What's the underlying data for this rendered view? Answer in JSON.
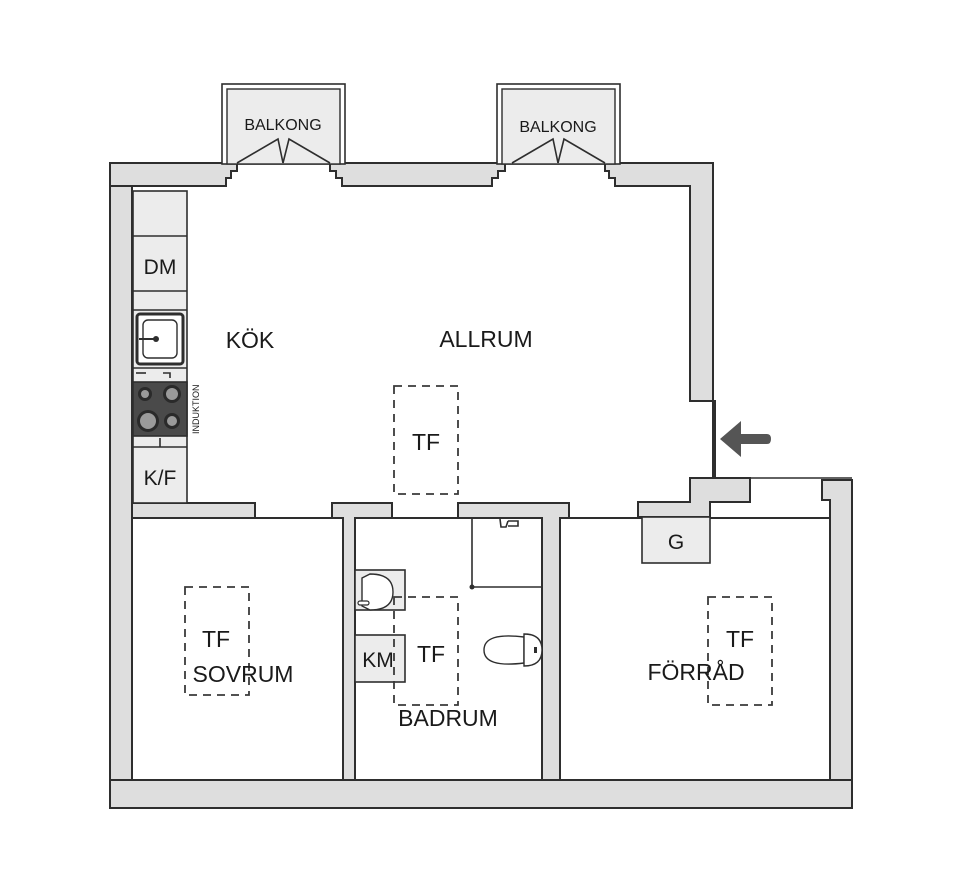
{
  "floorplan": {
    "rooms": {
      "kok": "KÖK",
      "allrum": "ALLRUM",
      "sovrum": "SOVRUM",
      "badrum": "BADRUM",
      "forrad": "FÖRRÅD"
    },
    "balconies": [
      "BALKONG",
      "BALKONG"
    ],
    "fixtures": {
      "dishwasher": "DM",
      "fridge_freezer": "K/F",
      "induction": "INDUKTION",
      "washing_machine": "KM",
      "g_unit": "G"
    },
    "tf_markers": [
      "TF",
      "TF",
      "TF",
      "TF"
    ],
    "entrance_arrow": "arrow-left-icon",
    "colors": {
      "wall_fill": "#dedede",
      "outline": "#2e2e2e",
      "stove": "#4a4a4a",
      "arrow": "#555555"
    }
  }
}
